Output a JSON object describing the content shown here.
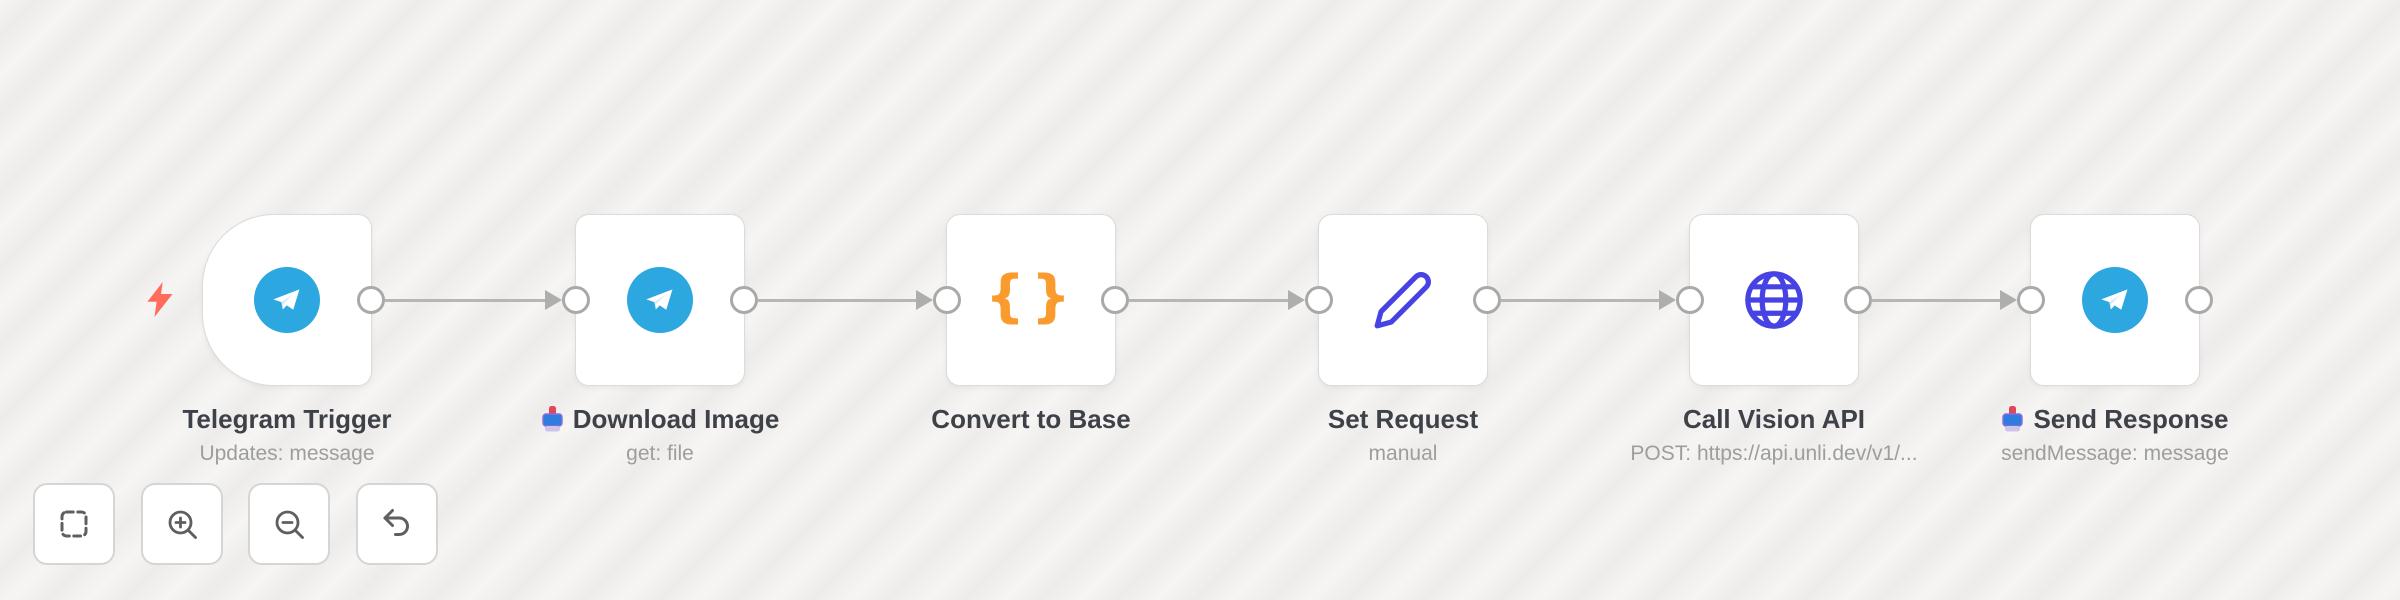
{
  "app": {
    "description": "n8n-style workflow canvas"
  },
  "colors": {
    "canvas_stripe_light": "#f6f5f4",
    "canvas_stripe_dark": "#edecea",
    "node_border": "#dcdbd9",
    "connection_gray": "#b6b6b4",
    "telegram_blue": "#2da7df",
    "code_orange": "#fb9a2d",
    "indigo_icon": "#4742e4",
    "trigger_bolt_coral": "#ff6d5a",
    "name_text": "#3e4248",
    "subtitle_text": "#9d9d9b"
  },
  "nodes": [
    {
      "name": "Telegram Trigger",
      "subtitle": "Updates: message",
      "icon": "telegram-icon",
      "type": "trigger"
    },
    {
      "name": "Download Image",
      "subtitle": "get: file",
      "icon": "telegram-icon",
      "pinned": true
    },
    {
      "name": "Convert to Base",
      "subtitle": "",
      "icon": "code-braces-icon",
      "glyph": "{}"
    },
    {
      "name": "Set Request",
      "subtitle": "manual",
      "icon": "pencil-icon"
    },
    {
      "name": "Call Vision API",
      "subtitle": "POST: https://api.unli.dev/v1/...",
      "icon": "globe-icon"
    },
    {
      "name": "Send Response",
      "subtitle": "sendMessage: message",
      "icon": "telegram-icon",
      "pinned": true
    }
  ],
  "toolbar": [
    {
      "name": "zoom-to-fit"
    },
    {
      "name": "zoom-in"
    },
    {
      "name": "zoom-out"
    },
    {
      "name": "reset-undo"
    }
  ]
}
